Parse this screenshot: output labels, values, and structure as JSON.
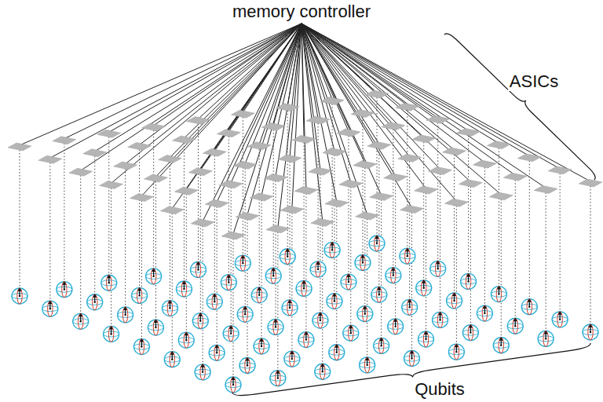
{
  "diagram": {
    "labels": [
      "memory controller",
      "ASICs",
      "Qubits"
    ]
  }
}
